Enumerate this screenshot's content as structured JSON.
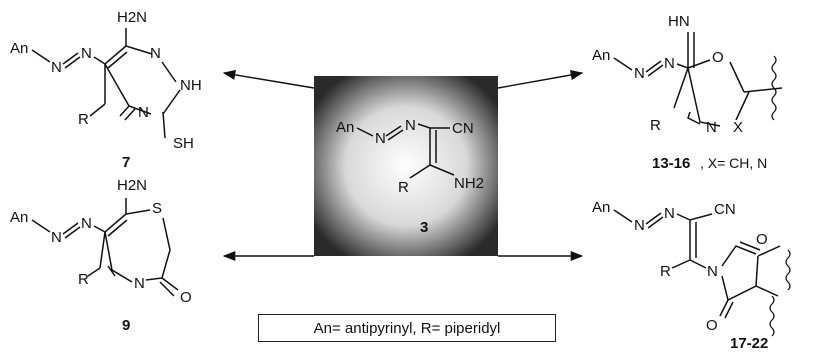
{
  "scheme": {
    "center": {
      "number": "3",
      "atoms": {
        "an": "An",
        "n1": "N",
        "n2": "N",
        "cn": "CN",
        "r": "R",
        "nh2": "NH2"
      }
    },
    "c7": {
      "number": "7",
      "atoms": {
        "an": "An",
        "n1": "N",
        "n2": "N",
        "h2n": "H2N",
        "nring1": "N",
        "nh": "NH",
        "nring2": "N",
        "sh": "SH",
        "r": "R"
      }
    },
    "c13": {
      "number": "13-16",
      "caption": ", X= CH, N",
      "atoms": {
        "an": "An",
        "n1": "N",
        "n2": "N",
        "hn": "HN",
        "o": "O",
        "nring": "N",
        "x": "X",
        "r": "R"
      }
    },
    "c9": {
      "number": "9",
      "atoms": {
        "an": "An",
        "n1": "N",
        "n2": "N",
        "h2n": "H2N",
        "s": "S",
        "nring": "N",
        "o": "O",
        "r": "R"
      }
    },
    "c17": {
      "number": "17-22",
      "atoms": {
        "an": "An",
        "n1": "N",
        "n2": "N",
        "cn": "CN",
        "r": "R",
        "nring": "N",
        "o1": "O",
        "o2": "O"
      }
    },
    "legend": "An= antipyrinyl, R= piperidyl"
  }
}
